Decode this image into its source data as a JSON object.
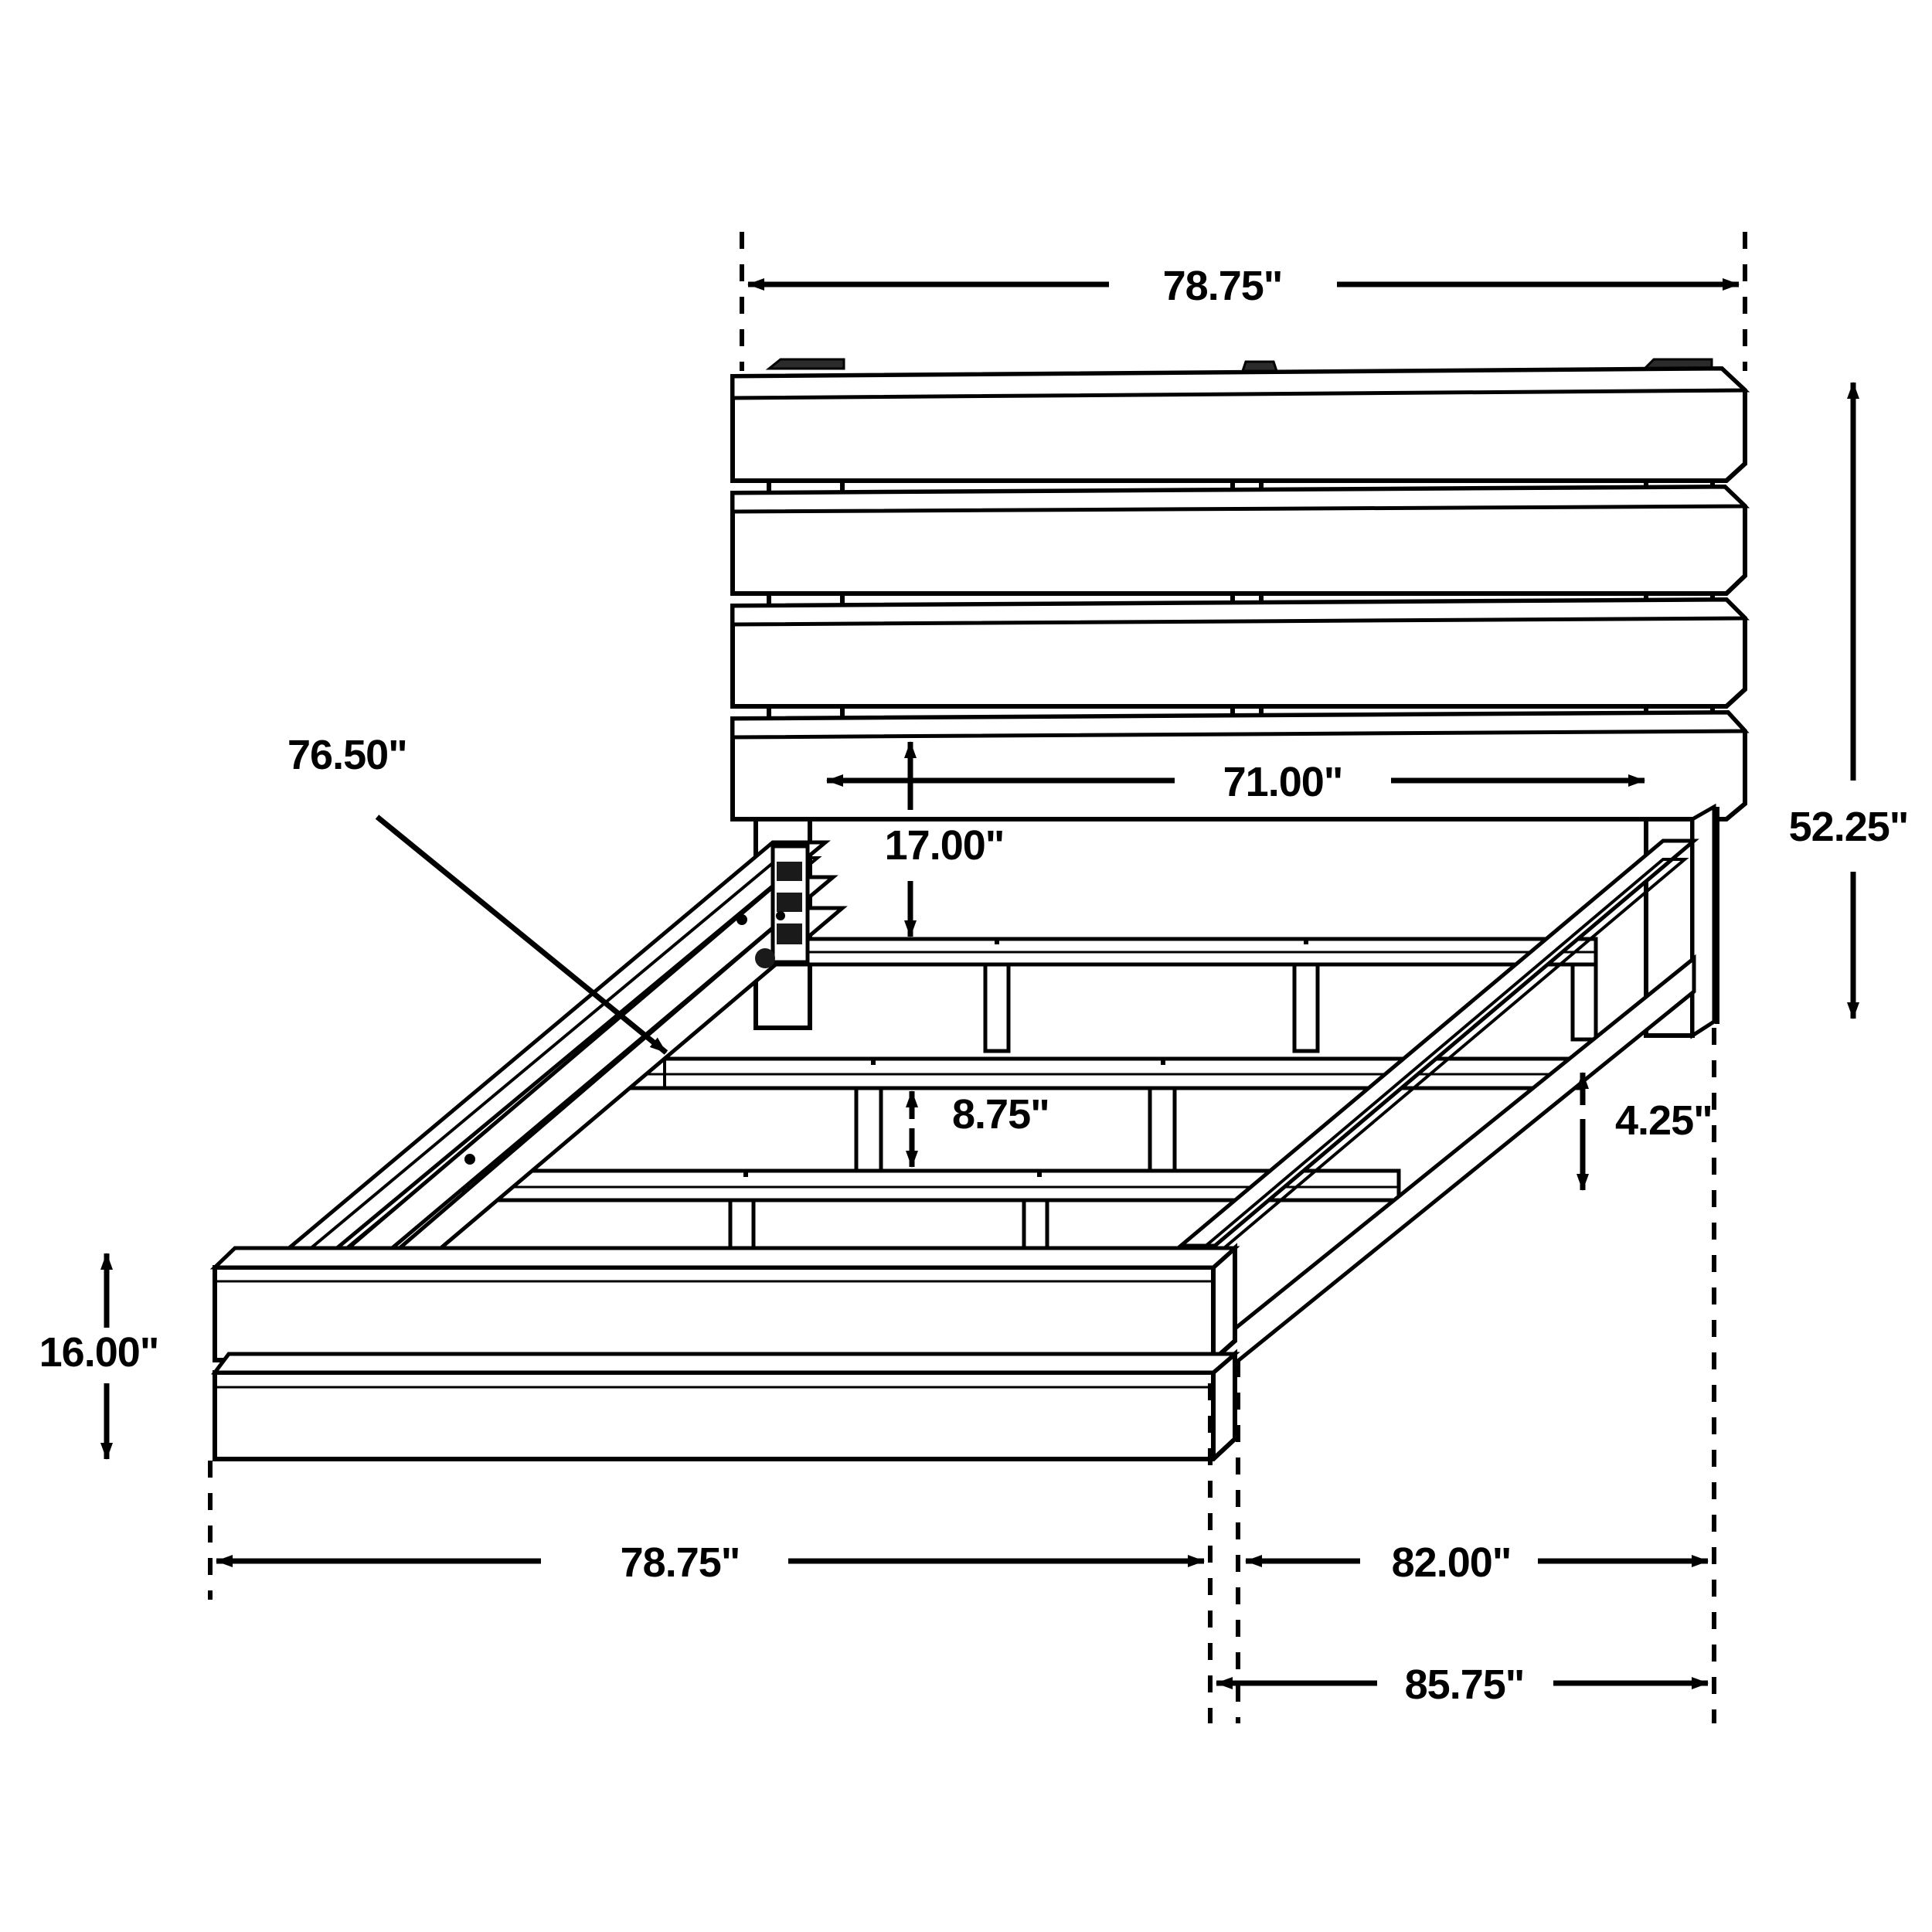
{
  "drawing": {
    "title": "Bed Frame Dimensioned Assembly Drawing",
    "units": "inches",
    "line_color": "#000000",
    "background_color": "#ffffff"
  },
  "dimensions": {
    "top_width": "78.75\"",
    "headboard_height": "52.25\"",
    "inner_width": "71.00\"",
    "deck_to_rail": "17.00\"",
    "rail_label": "76.50\"",
    "slat_gap": "8.75\"",
    "side_rail_drop": "4.25\"",
    "footboard_height": "16.00\"",
    "bottom_width": "78.75\"",
    "side_depth": "82.00\"",
    "overall_depth": "85.75\""
  },
  "annotations": [
    {
      "id": "top-width",
      "value": "78.75\"",
      "orientation": "horizontal",
      "location": "top"
    },
    {
      "id": "headboard-height",
      "value": "52.25\"",
      "orientation": "vertical",
      "location": "right"
    },
    {
      "id": "inner-width",
      "value": "71.00\"",
      "orientation": "horizontal",
      "location": "middle"
    },
    {
      "id": "deck-height",
      "value": "17.00\"",
      "orientation": "vertical",
      "location": "middle-left"
    },
    {
      "id": "rail-length",
      "value": "76.50\"",
      "orientation": "leader",
      "location": "left"
    },
    {
      "id": "slat-gap",
      "value": "8.75\"",
      "orientation": "vertical",
      "location": "center"
    },
    {
      "id": "rail-drop",
      "value": "4.25\"",
      "orientation": "vertical",
      "location": "right-lower"
    },
    {
      "id": "footboard-height",
      "value": "16.00\"",
      "orientation": "vertical",
      "location": "left-lower"
    },
    {
      "id": "bottom-width",
      "value": "78.75\"",
      "orientation": "horizontal",
      "location": "bottom-left"
    },
    {
      "id": "side-depth",
      "value": "82.00\"",
      "orientation": "horizontal",
      "location": "bottom-right"
    },
    {
      "id": "overall-depth",
      "value": "85.75\"",
      "orientation": "horizontal",
      "location": "bottom-lowest"
    }
  ]
}
